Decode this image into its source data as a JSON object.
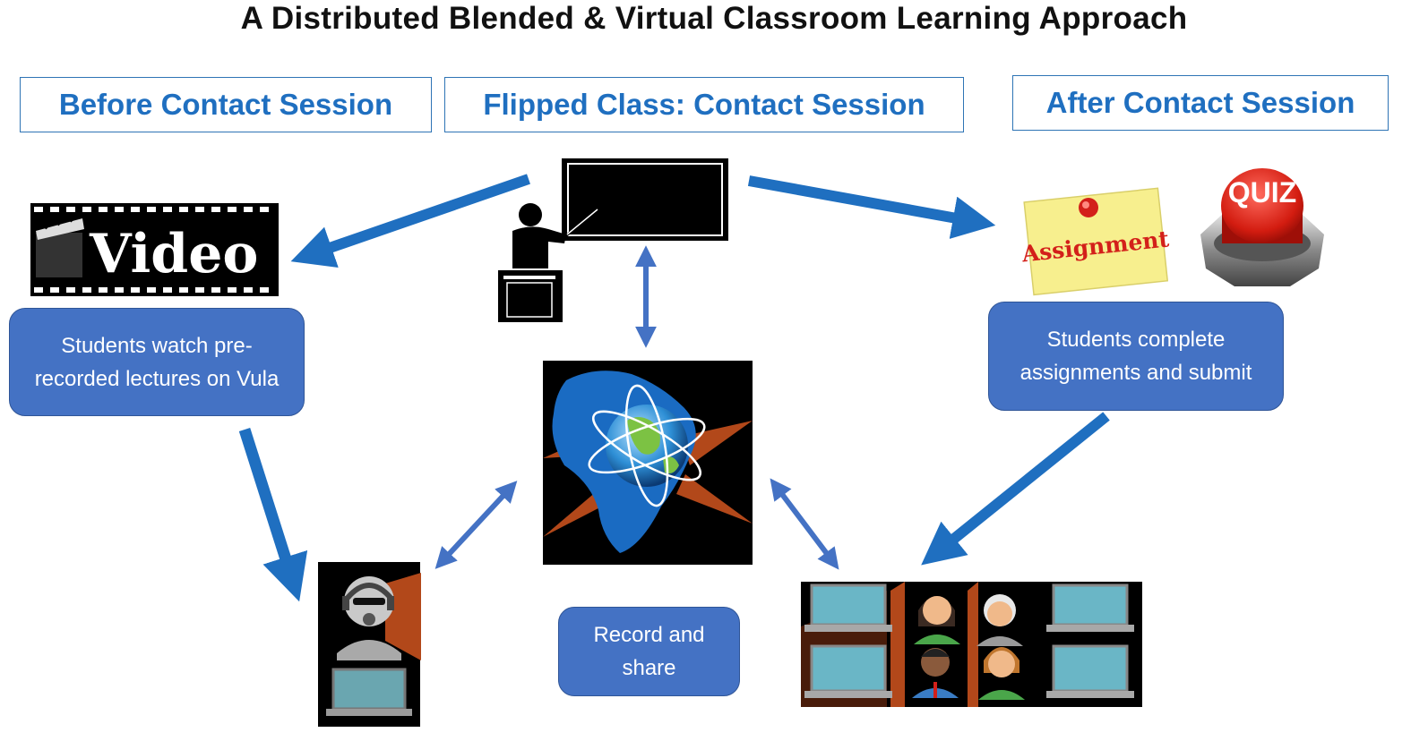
{
  "title": "A Distributed Blended & Virtual Classroom Learning Approach",
  "headers": {
    "before": "Before Contact Session",
    "flipped": "Flipped Class: Contact Session",
    "after": "After Contact Session"
  },
  "notes": {
    "watch": "Students watch pre-recorded lectures on Vula",
    "complete": "Students complete assignments and submit",
    "record": "Record and share"
  },
  "icons": {
    "video_label": "Video",
    "assignment_label": "Assignment",
    "quiz_label": "QUIZ"
  },
  "colors": {
    "arrow": "#1f6fc0",
    "double_arrow": "#4472c4",
    "note_fill": "#4472c4",
    "header_text": "#1f6fc0"
  }
}
